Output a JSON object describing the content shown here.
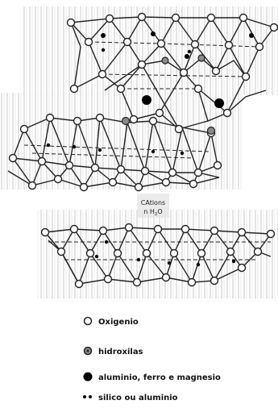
{
  "middle_label": {
    "line1": "CAtions",
    "line2_prefix": "n H",
    "line2_sub": "2",
    "line2_suffix": "O"
  },
  "legend": [
    {
      "id": "oxygen",
      "label": "Oxigenio",
      "symbol": "open-circle",
      "color": "#ffffff"
    },
    {
      "id": "hydroxyl",
      "label": "hidroxilas",
      "symbol": "gray-circle",
      "color": "#888888"
    },
    {
      "id": "al-fe-mg",
      "label": "aluminio, ferro e magnesio",
      "symbol": "black-dot",
      "color": "#000000"
    },
    {
      "id": "si-al",
      "label": "silico ou aluminio",
      "symbol": "small-dots",
      "color": "#000000"
    }
  ],
  "colors": {
    "line": "#222222",
    "hatch": "#cfcfcf",
    "label_box": "#dddddd"
  }
}
